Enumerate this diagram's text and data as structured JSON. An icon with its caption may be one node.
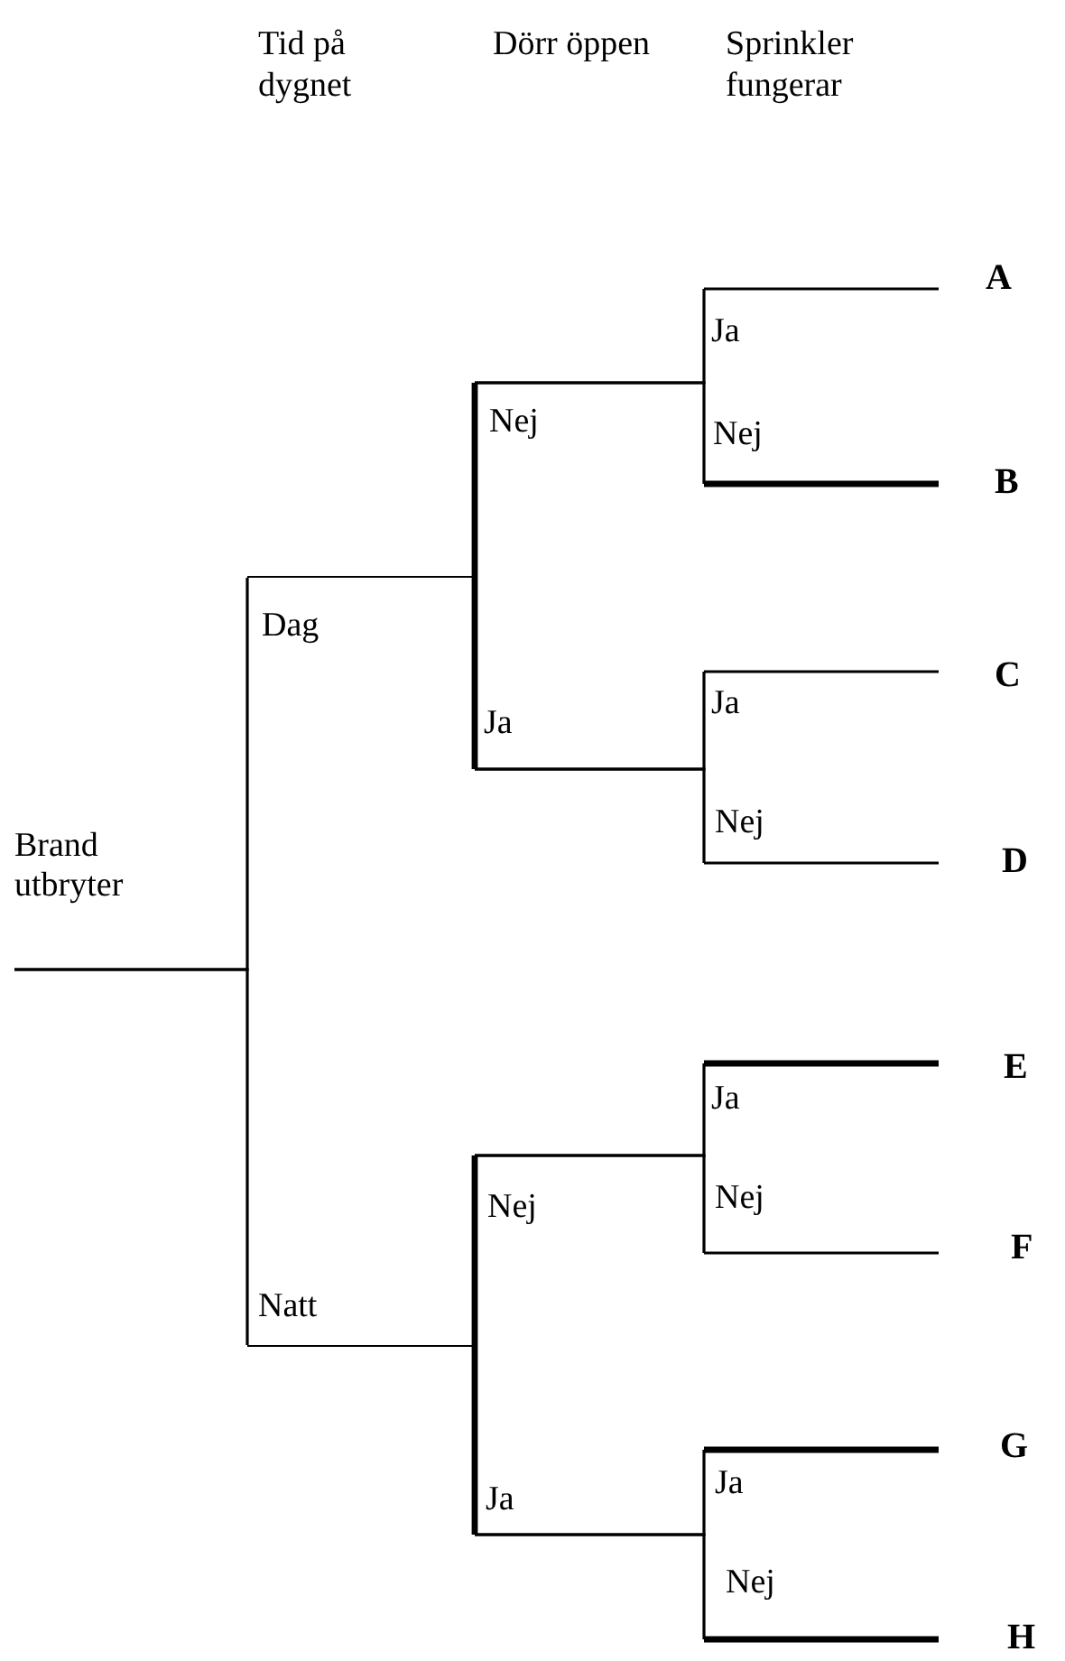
{
  "diagram": {
    "nodes": [
      {
        "text": [
          "Brand utbryter"
        ]
      },
      {
        "text": [
          "Dag"
        ]
      },
      {
        "text": [
          "Natt"
        ]
      },
      {
        "text": [
          "Nej"
        ]
      },
      {
        "text": [
          "Ja"
        ]
      },
      {
        "text": [
          "Nej"
        ]
      },
      {
        "text": [
          "Ja"
        ]
      },
      {
        "text": [
          "Ja"
        ]
      },
      {
        "text": [
          "Nej"
        ]
      },
      {
        "text": [
          "Ja"
        ]
      },
      {
        "text": [
          "Nej"
        ]
      },
      {
        "text": [
          "Ja"
        ]
      },
      {
        "text": [
          "Nej"
        ]
      },
      {
        "text": [
          "Ja"
        ]
      },
      {
        "text": [
          "Nej"
        ]
      },
      {
        "text": [
          "A"
        ]
      },
      {
        "text": [
          "B"
        ]
      },
      {
        "text": [
          "C"
        ]
      },
      {
        "text": [
          "D"
        ]
      },
      {
        "text": [
          "E"
        ]
      },
      {
        "text": [
          "F"
        ]
      },
      {
        "text": [
          "G"
        ]
      },
      {
        "text": [
          "H"
        ]
      }
    ],
    "edges": [
      {
        "from": 0,
        "to": 1,
        "arrow": "none"
      },
      {
        "from": 0,
        "to": 2,
        "arrow": "none"
      },
      {
        "from": 1,
        "to": 3,
        "arrow": "none",
        "style": "thick"
      },
      {
        "from": 1,
        "to": 4,
        "arrow": "none",
        "style": "thick"
      },
      {
        "from": 2,
        "to": 5,
        "arrow": "none",
        "style": "thick"
      },
      {
        "from": 2,
        "to": 6,
        "arrow": "none",
        "style": "thick"
      },
      {
        "from": 3,
        "to": 7,
        "arrow": "none"
      },
      {
        "from": 3,
        "to": 8,
        "arrow": "none"
      },
      {
        "from": 4,
        "to": 9,
        "arrow": "none"
      },
      {
        "from": 4,
        "to": 10,
        "arrow": "none"
      },
      {
        "from": 5,
        "to": 11,
        "arrow": "none"
      },
      {
        "from": 5,
        "to": 12,
        "arrow": "none"
      },
      {
        "from": 6,
        "to": 13,
        "arrow": "none"
      },
      {
        "from": 6,
        "to": 14,
        "arrow": "none"
      },
      {
        "from": 7,
        "to": 15,
        "arrow": "none"
      },
      {
        "from": 8,
        "to": 16,
        "arrow": "none",
        "style": "thick"
      },
      {
        "from": 9,
        "to": 17,
        "arrow": "none"
      },
      {
        "from": 10,
        "to": 18,
        "arrow": "none"
      },
      {
        "from": 11,
        "to": 19,
        "arrow": "none",
        "style": "thick"
      },
      {
        "from": 12,
        "to": 20,
        "arrow": "none"
      },
      {
        "from": 13,
        "to": 21,
        "arrow": "none",
        "style": "thick"
      },
      {
        "from": 14,
        "to": 22,
        "arrow": "none",
        "style": "thick"
      }
    ],
    "labels": [
      "Tid på dygnet",
      "Dörr öppen",
      "Sprinkler fungerar"
    ]
  }
}
